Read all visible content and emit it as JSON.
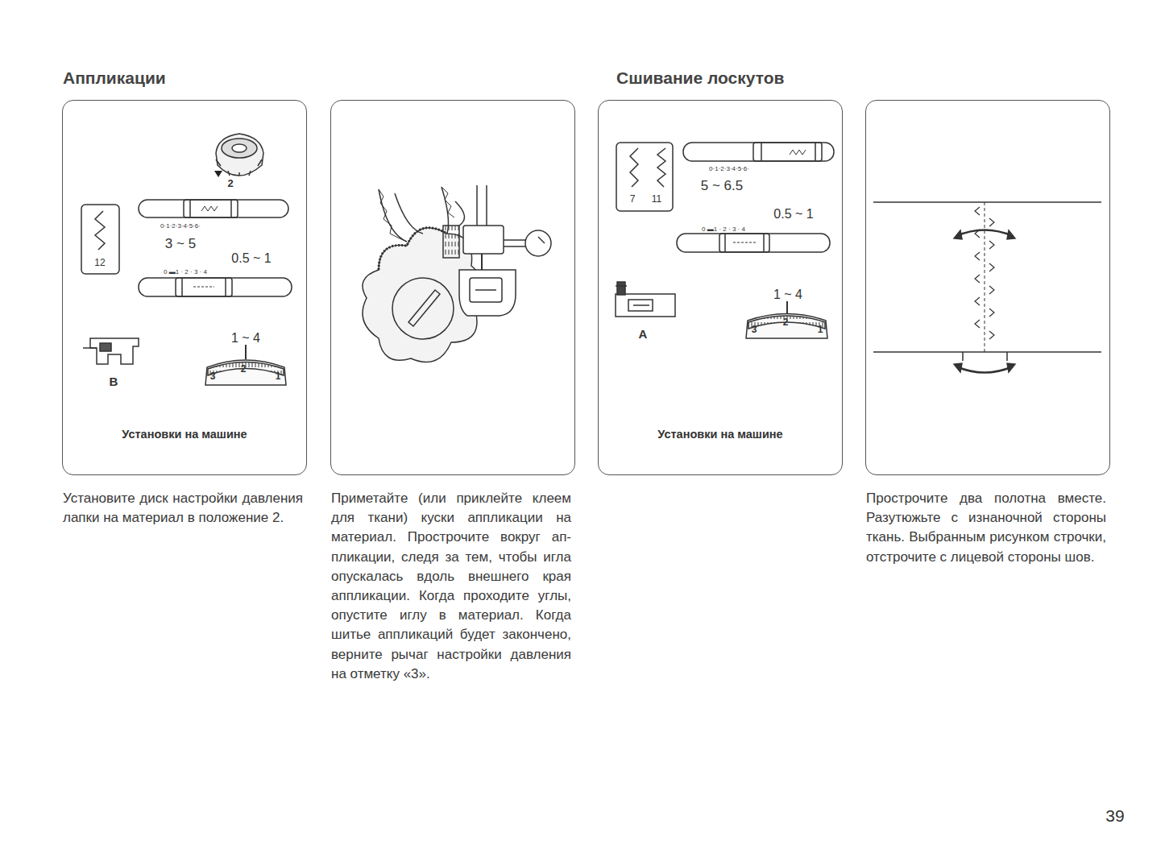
{
  "diagram": {
    "nodes": [
      {
        "text": [
          "Аппликации",
          "Установки на машине",
          "Установите диск настройки давления лапки на материал в положение 2."
        ]
      },
      {
        "text": [
          "Приметайте (или приклейте клеем для ткани) куски аппликации на материал. Прострочите вокруг ап-пликации, следя за тем, чтобы игла опускалась вдоль внешнего края аппликации. Когда проходите углы, опустите иглу в материал. Когда шитье аппликаций будет закончено, верните рычаг настройки давления на отметку «3»."
        ]
      },
      {
        "text": [
          "Сшивание лоскутов",
          "Установки на машине"
        ]
      },
      {
        "text": [
          "Прострочите два полотна вместе. Разутюжьте с изнаночной стороны ткань. Выбранным рисунком строчки, отстрочите с лицевой стороны шов."
        ]
      }
    ],
    "labels": [
      "2",
      "0·1·2·3·4·5·6·",
      "3 ~ 5",
      "0.5 ~ 1",
      "0 ▬1 · 2 · 3 · 4",
      "12",
      "B",
      "1 ~ 4",
      "3",
      "2",
      "1",
      "7",
      "11",
      "0·1·2·3·4·5·6·",
      "5 ~ 6.5",
      "0.5 ~ 1",
      "0 ▬1 · 2 · 3 · 4",
      "A",
      "1 ~ 4",
      "3",
      "2",
      "1",
      "39"
    ]
  }
}
